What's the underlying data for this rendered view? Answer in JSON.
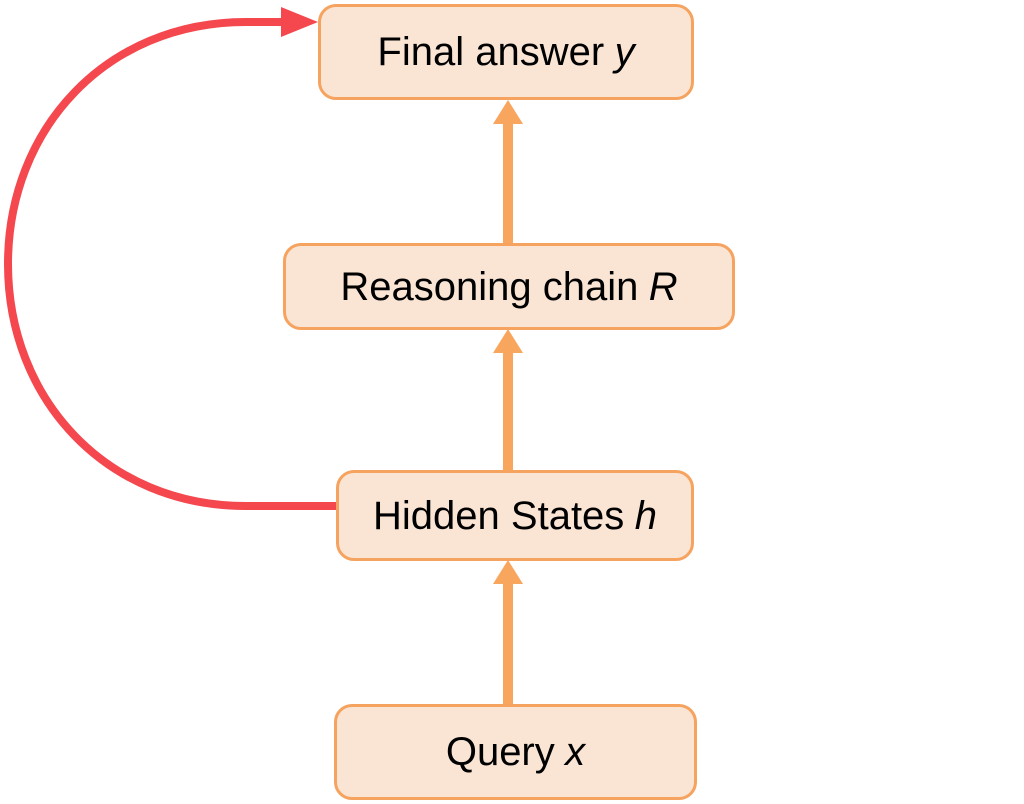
{
  "palette": {
    "background": "#FFFFFF",
    "box_fill": "#FAE5D5",
    "box_border": "#F5A35E",
    "arrow_orange": "#F8A55E",
    "arrow_red": "#F4484E",
    "text_color": "#000000"
  },
  "diagram": {
    "type": "flowchart",
    "nodes": [
      {
        "id": "final-answer",
        "label": "Final answer",
        "var": "y"
      },
      {
        "id": "reasoning-chain",
        "label": "Reasoning chain",
        "var": "R"
      },
      {
        "id": "hidden-states",
        "label": "Hidden States",
        "var": "h"
      },
      {
        "id": "query",
        "label": "Query",
        "var": "x"
      }
    ],
    "edges": [
      {
        "from": "query",
        "to": "hidden-states",
        "type": "straight-up-arrow",
        "color_key": "arrow_orange"
      },
      {
        "from": "hidden-states",
        "to": "reasoning-chain",
        "type": "straight-up-arrow",
        "color_key": "arrow_orange"
      },
      {
        "from": "reasoning-chain",
        "to": "final-answer",
        "type": "straight-up-arrow",
        "color_key": "arrow_orange"
      },
      {
        "from": "hidden-states",
        "to": "final-answer",
        "type": "curved-left-loop-arrow",
        "color_key": "arrow_red"
      }
    ]
  }
}
